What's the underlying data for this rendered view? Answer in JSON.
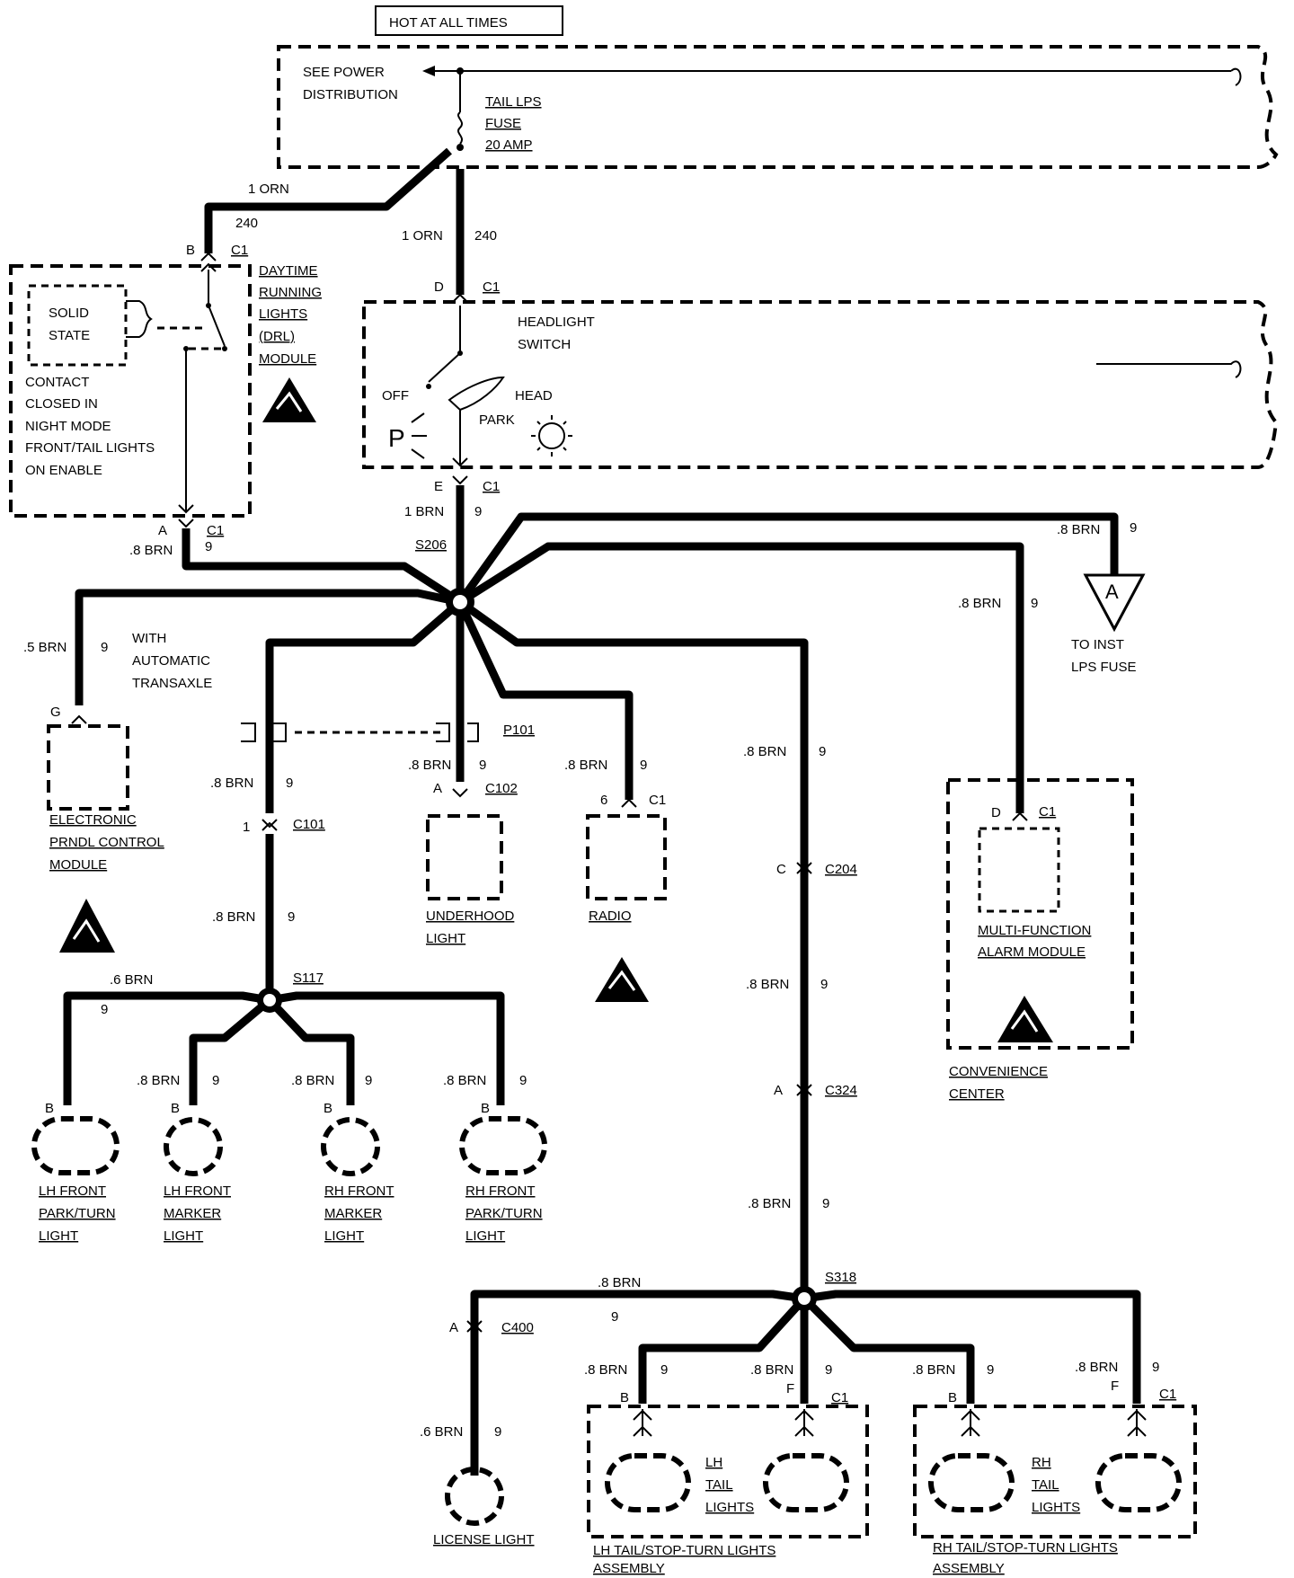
{
  "header": {
    "hot_at_all_times": "HOT AT ALL TIMES"
  },
  "power": {
    "see_line1": "SEE POWER",
    "see_line2": "DISTRIBUTION",
    "fuse_line1": "TAIL LPS",
    "fuse_line2": "FUSE",
    "fuse_line3": "20 AMP"
  },
  "wires": {
    "orn": "1 ORN",
    "orn_circuit": "240",
    "brn1": "1 BRN",
    "brn8": ".8 BRN",
    "brn5": ".5 BRN",
    "brn6": ".6 BRN",
    "circuit9": "9"
  },
  "connectors": {
    "c1": "C1",
    "c101": "C101",
    "c102": "C102",
    "c204": "C204",
    "c324": "C324",
    "c400": "C400",
    "p101": "P101",
    "pins": {
      "a": "A",
      "b": "B",
      "c": "C",
      "d": "D",
      "e": "E",
      "f": "F",
      "g": "G",
      "one": "1",
      "six": "6"
    }
  },
  "splices": {
    "s206": "S206",
    "s117": "S117",
    "s318": "S318"
  },
  "drl": {
    "solid_state_1": "SOLID",
    "solid_state_2": "STATE",
    "contact": [
      "CONTACT",
      "CLOSED IN",
      "NIGHT MODE",
      "FRONT/TAIL LIGHTS",
      "ON ENABLE"
    ],
    "name": [
      "DAYTIME",
      "RUNNING",
      "LIGHTS",
      "(DRL)",
      "MODULE"
    ]
  },
  "headlight_switch": {
    "name1": "HEADLIGHT",
    "name2": "SWITCH",
    "off": "OFF",
    "park": "PARK",
    "head": "HEAD",
    "p_symbol": "P"
  },
  "inst": {
    "letter": "A",
    "line1": "TO INST",
    "line2": "LPS FUSE"
  },
  "transaxle": {
    "line1": "WITH",
    "line2": "AUTOMATIC",
    "line3": "TRANSAXLE"
  },
  "components": {
    "prndl": [
      "ELECTRONIC",
      "PRNDL CONTROL",
      "MODULE"
    ],
    "underhood": [
      "UNDERHOOD",
      "LIGHT"
    ],
    "radio": "RADIO",
    "alarm": [
      "MULTI-FUNCTION",
      "ALARM MODULE"
    ],
    "convenience": [
      "CONVENIENCE",
      "CENTER"
    ],
    "lh_front_park": [
      "LH FRONT",
      "PARK/TURN",
      "LIGHT"
    ],
    "lh_front_marker": [
      "LH FRONT",
      "MARKER",
      "LIGHT"
    ],
    "rh_front_marker": [
      "RH FRONT",
      "MARKER",
      "LIGHT"
    ],
    "rh_front_park": [
      "RH FRONT",
      "PARK/TURN",
      "LIGHT"
    ],
    "license": "LICENSE LIGHT",
    "lh_tail": [
      "LH",
      "TAIL",
      "LIGHTS"
    ],
    "rh_tail": [
      "RH",
      "TAIL",
      "LIGHTS"
    ],
    "lh_assembly": [
      "LH TAIL/STOP-TURN LIGHTS",
      "ASSEMBLY"
    ],
    "rh_assembly": [
      "RH TAIL/STOP-TURN LIGHTS",
      "ASSEMBLY"
    ]
  }
}
